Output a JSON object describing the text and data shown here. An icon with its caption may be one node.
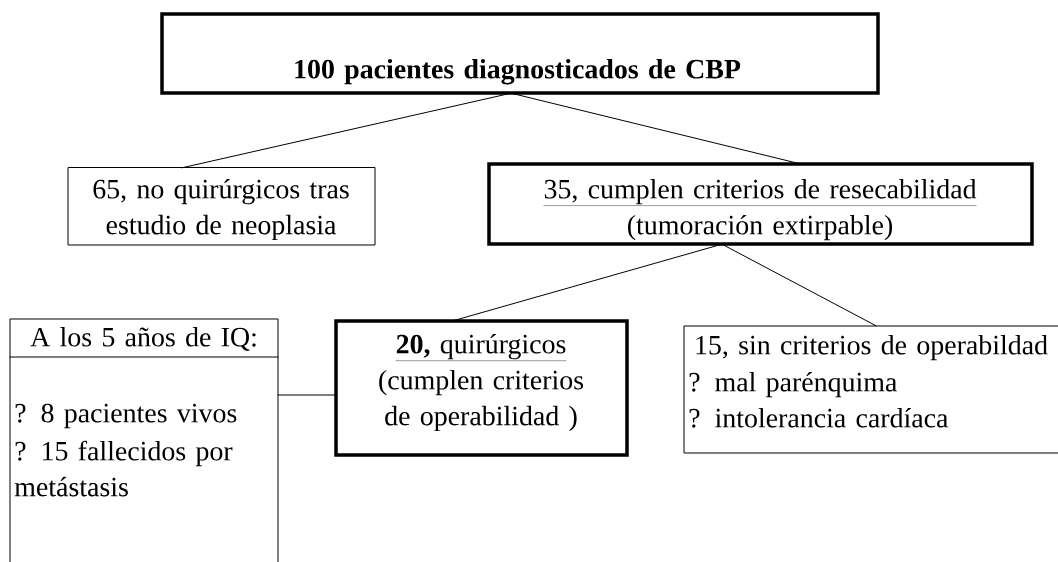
{
  "diagram": {
    "nodes": [
      {
        "text": [
          "100 pacientes diagnosticados de CBP"
        ]
      },
      {
        "text": [
          "65, no quirúrgicos tras estudio de neoplasia"
        ]
      },
      {
        "text": [
          "35, cumplen criterios de resecabilidad",
          "(tumoración extirpable)"
        ]
      },
      {
        "text": [
          "A los 5 años de IQ:",
          "? 8 pacientes vivos",
          "? 15 fallecidos por metástasis"
        ]
      },
      {
        "text": [
          "**20,** quirúrgicos",
          "(cumplen criterios de operabilidad )"
        ]
      },
      {
        "text": [
          "15, sin criterios de operabildad",
          "? mal parénquima",
          "? intolerancia cardíaca"
        ]
      }
    ],
    "edges": [
      {
        "from": 0,
        "to": 1,
        "arrow": "none"
      },
      {
        "from": 0,
        "to": 2,
        "arrow": "none"
      },
      {
        "from": 2,
        "to": 4,
        "arrow": "none"
      },
      {
        "from": 2,
        "to": 5,
        "arrow": "none"
      },
      {
        "from": 3,
        "to": 4,
        "arrow": "none"
      }
    ]
  }
}
